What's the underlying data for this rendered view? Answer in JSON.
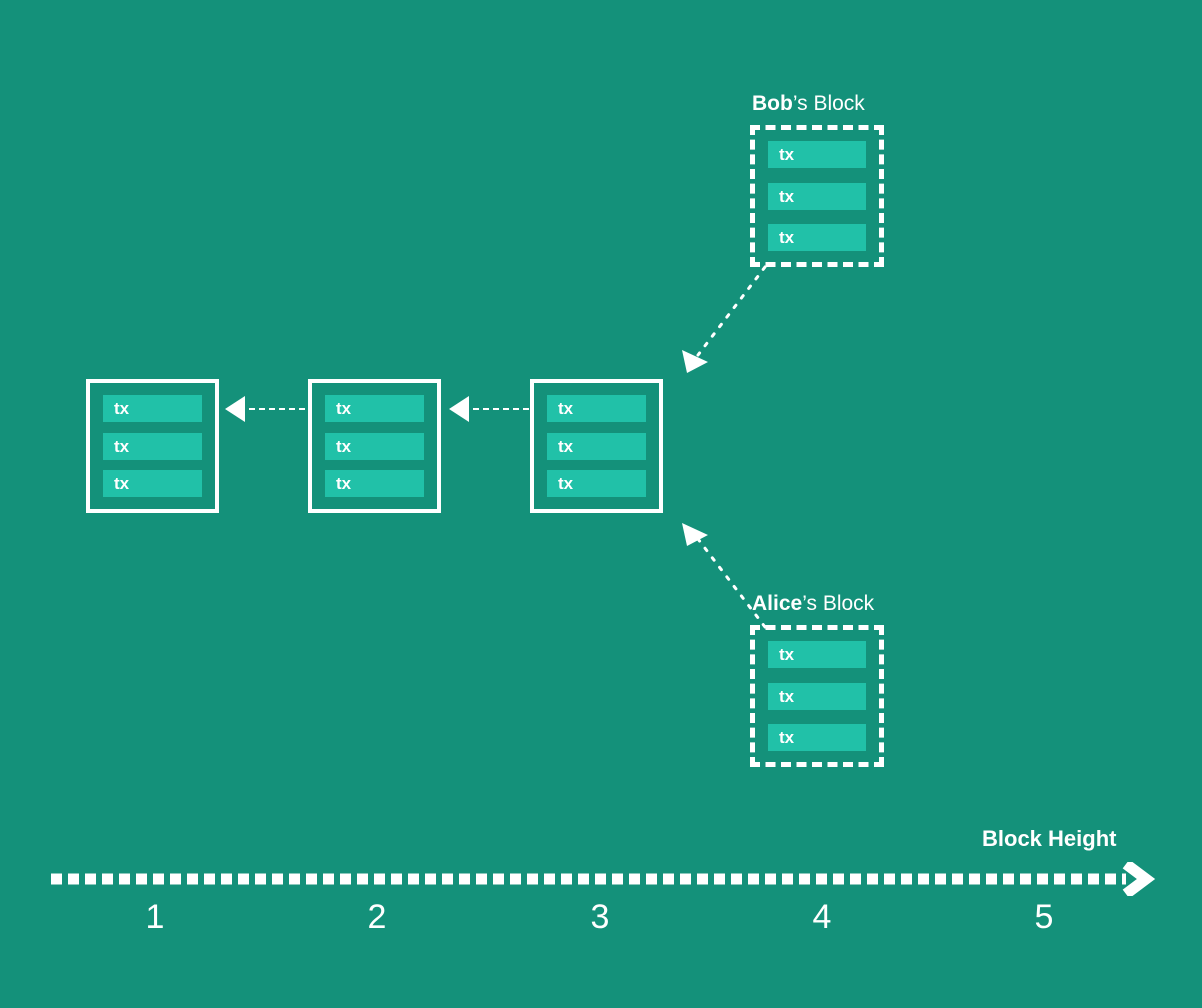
{
  "diagram": {
    "title_context": "Blockchain fork / competing blocks at height 4",
    "background_color": "#14917a",
    "tx_color": "#21c1a8",
    "stroke_color": "#ffffff"
  },
  "chain_blocks": [
    {
      "id": "block-1",
      "height_index": 1,
      "style": "solid",
      "txs": [
        "tx",
        "tx",
        "tx"
      ]
    },
    {
      "id": "block-2",
      "height_index": 2,
      "style": "solid",
      "txs": [
        "tx",
        "tx",
        "tx"
      ]
    },
    {
      "id": "block-3",
      "height_index": 3,
      "style": "solid",
      "txs": [
        "tx",
        "tx",
        "tx"
      ]
    }
  ],
  "candidate_blocks": [
    {
      "id": "bob-block",
      "owner": "Bob",
      "caption_suffix": "’s Block",
      "style": "dashed",
      "height_index": 4,
      "position": "upper",
      "txs": [
        "tx",
        "tx",
        "tx"
      ]
    },
    {
      "id": "alice-block",
      "owner": "Alice",
      "caption_suffix": "’s Block",
      "style": "dashed",
      "height_index": 4,
      "position": "lower",
      "txs": [
        "tx",
        "tx",
        "tx"
      ]
    }
  ],
  "connectors": [
    {
      "id": "link-2-to-1",
      "from": "block-2",
      "to": "block-1",
      "style": "dashed",
      "arrow": "left-triangle"
    },
    {
      "id": "link-3-to-2",
      "from": "block-3",
      "to": "block-2",
      "style": "dashed",
      "arrow": "left-triangle"
    },
    {
      "id": "link-bob-to-3",
      "from": "bob-block",
      "to": "block-3",
      "style": "dotted",
      "arrow": "triangle"
    },
    {
      "id": "link-alice-to-3",
      "from": "alice-block",
      "to": "block-3",
      "style": "dotted",
      "arrow": "triangle"
    }
  ],
  "axis": {
    "label": "Block Height",
    "ticks": [
      "1",
      "2",
      "3",
      "4",
      "5"
    ],
    "line_style": "dashed",
    "arrow": "right-chevron"
  }
}
